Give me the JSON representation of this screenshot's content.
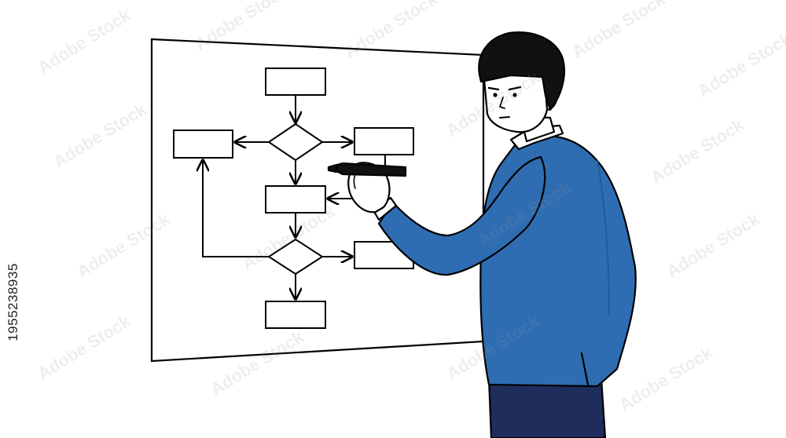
{
  "stock_id": "1955238935",
  "watermark_text": "Adobe Stock",
  "colors": {
    "jacket": "#2f6db3",
    "jacket_shadow": "#245a97",
    "trousers": "#1f2d5c",
    "hair": "#111111",
    "skin": "#ffffff",
    "outline": "#000000",
    "marker_cap": "#111111"
  },
  "illustration": {
    "subject": "man-in-blue-suit",
    "whiteboard_content": "flowchart",
    "flowchart": {
      "process_boxes": 6,
      "decision_diamonds": 2
    },
    "icons": [
      "whiteboard-icon",
      "flowchart-icon",
      "marker-icon"
    ]
  }
}
